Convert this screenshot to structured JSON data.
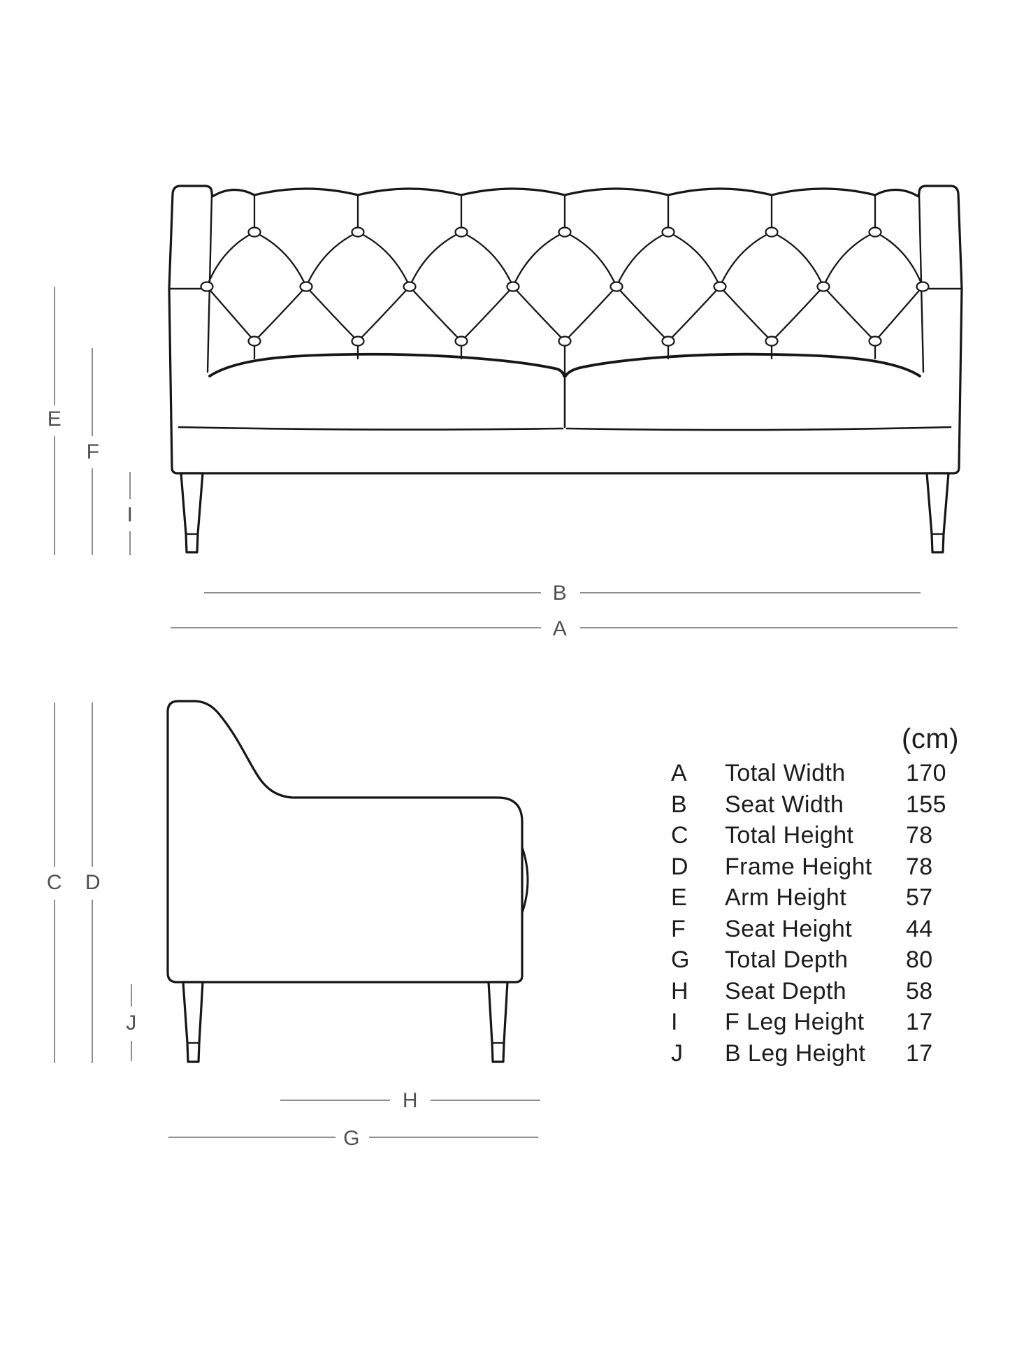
{
  "dim_labels": {
    "a": "A",
    "b": "B",
    "c": "C",
    "d": "D",
    "e": "E",
    "f": "F",
    "g": "G",
    "h": "H",
    "i": "I",
    "j": "J"
  },
  "table": {
    "unit": "(cm)",
    "rows": [
      {
        "letter": "A",
        "name": "Total Width",
        "value": "170"
      },
      {
        "letter": "B",
        "name": "Seat Width",
        "value": "155"
      },
      {
        "letter": "C",
        "name": "Total Height",
        "value": "78"
      },
      {
        "letter": "D",
        "name": "Frame Height",
        "value": "78"
      },
      {
        "letter": "E",
        "name": "Arm Height",
        "value": "57"
      },
      {
        "letter": "F",
        "name": "Seat Height",
        "value": "44"
      },
      {
        "letter": "G",
        "name": "Total Depth",
        "value": "80"
      },
      {
        "letter": "H",
        "name": "Seat Depth",
        "value": "58"
      },
      {
        "letter": "I",
        "name": "F Leg Height",
        "value": "17"
      },
      {
        "letter": "J",
        "name": "B Leg Height",
        "value": "17"
      }
    ]
  },
  "colors": {
    "line_art": "#161616",
    "dimension_line": "#8f8f8f",
    "label_text": "#4f4f4f",
    "table_text": "#1c1c1c",
    "background": "#ffffff"
  }
}
